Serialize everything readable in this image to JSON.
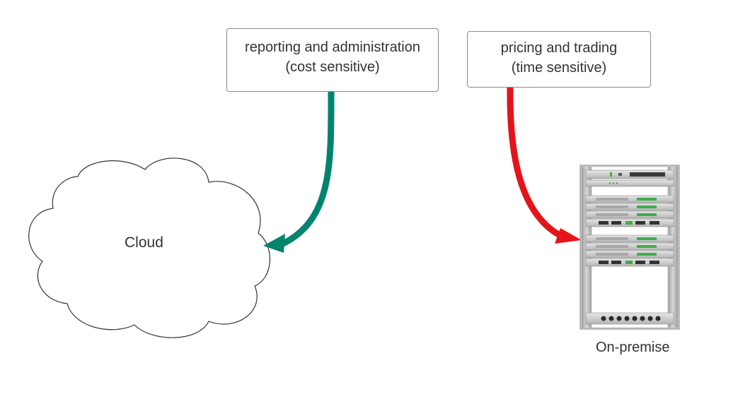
{
  "boxes": {
    "reporting": {
      "line1": "reporting and administration",
      "line2": "(cost sensitive)"
    },
    "pricing": {
      "line1": "pricing and trading",
      "line2": "(time sensitive)"
    }
  },
  "labels": {
    "cloud": "Cloud",
    "on_premise": "On-premise"
  },
  "arrows": {
    "cost_arrow": {
      "from": "reporting and administration",
      "to": "Cloud",
      "color": "#00846e"
    },
    "time_arrow": {
      "from": "pricing and trading",
      "to": "On-premise",
      "color": "#e3141a"
    }
  },
  "icons": {
    "cloud": "cloud-icon",
    "server_rack": "server-rack-icon"
  }
}
